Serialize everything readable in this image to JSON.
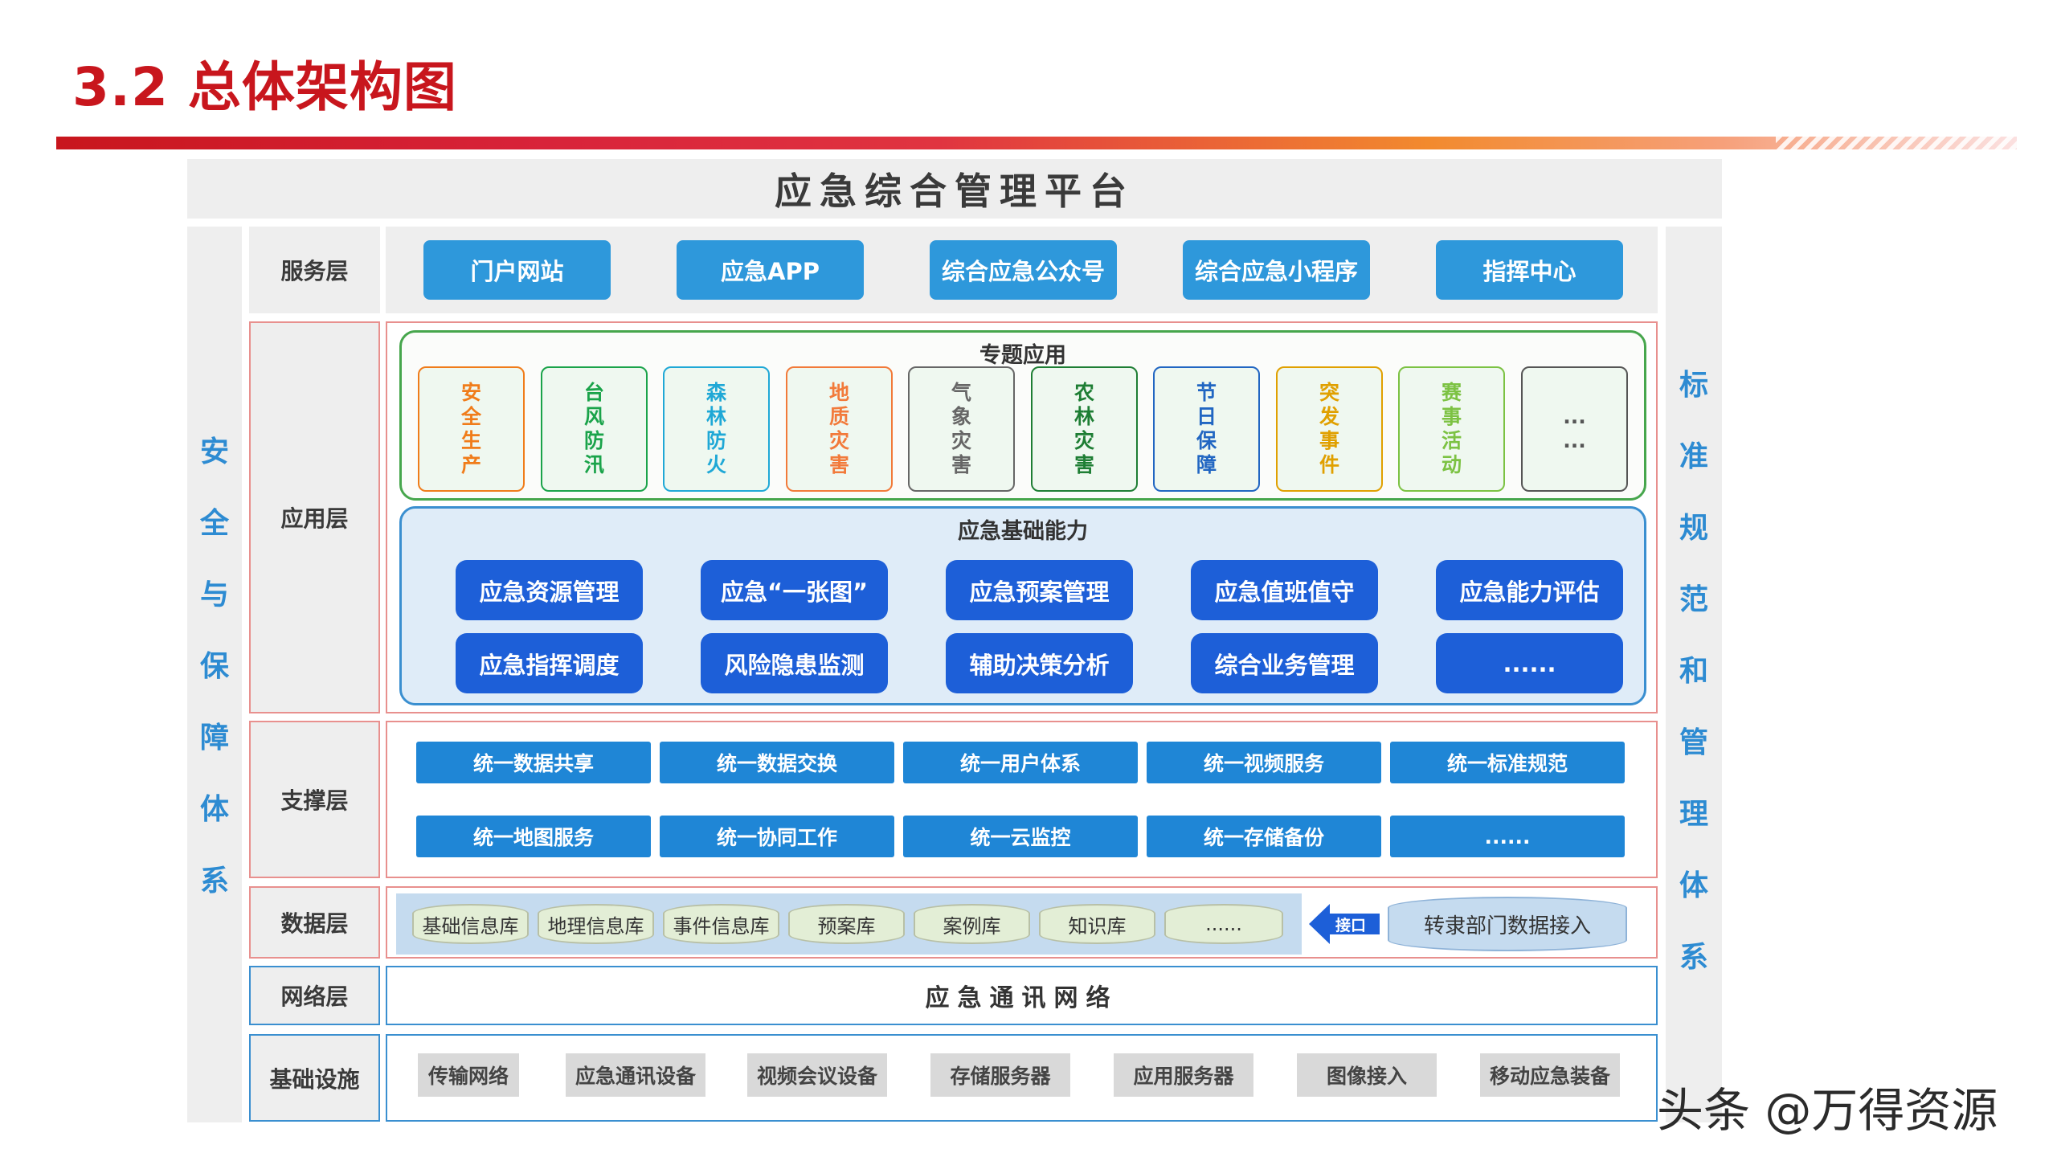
{
  "slide_title": "3.2 总体架构图",
  "platform_title": "应急综合管理平台",
  "left_side_label": [
    "安",
    "全",
    "与",
    "保",
    "障",
    "体",
    "系"
  ],
  "right_side_label": [
    "标",
    "准",
    "规",
    "范",
    "和",
    "管",
    "理",
    "体",
    "系"
  ],
  "layers": {
    "service": "服务层",
    "application": "应用层",
    "support": "支撑层",
    "data": "数据层",
    "network": "网络层",
    "infrastructure": "基础设施"
  },
  "service_items": [
    "门户网站",
    "应急APP",
    "综合应急公众号",
    "综合应急小程序",
    "指挥中心"
  ],
  "topic_section_title": "专题应用",
  "topics": [
    {
      "chars": [
        "安",
        "全",
        "生",
        "产"
      ],
      "color": "#f07c1a"
    },
    {
      "chars": [
        "台",
        "风",
        "防",
        "汛"
      ],
      "color": "#1aa34a"
    },
    {
      "chars": [
        "森",
        "林",
        "防",
        "火"
      ],
      "color": "#1fa8d6"
    },
    {
      "chars": [
        "地",
        "质",
        "灾",
        "害"
      ],
      "color": "#f27a3a"
    },
    {
      "chars": [
        "气",
        "象",
        "灾",
        "害"
      ],
      "color": "#666666"
    },
    {
      "chars": [
        "农",
        "林",
        "灾",
        "害"
      ],
      "color": "#1e7e34"
    },
    {
      "chars": [
        "节",
        "日",
        "保",
        "障"
      ],
      "color": "#2166c2"
    },
    {
      "chars": [
        "突",
        "发",
        "事",
        "件"
      ],
      "color": "#e0a000"
    },
    {
      "chars": [
        "赛",
        "事",
        "活",
        "动"
      ],
      "color": "#7cc243"
    },
    {
      "chars": [
        "...",
        "..."
      ],
      "color": "#555555"
    }
  ],
  "basic_section_title": "应急基础能力",
  "basic_items": [
    "应急资源管理",
    "应急“一张图”",
    "应急预案管理",
    "应急值班值守",
    "应急能力评估",
    "应急指挥调度",
    "风险隐患监测",
    "辅助决策分析",
    "综合业务管理",
    "......"
  ],
  "support_items": [
    "统一数据共享",
    "统一数据交换",
    "统一用户体系",
    "统一视频服务",
    "统一标准规范",
    "统一地图服务",
    "统一协同工作",
    "统一云监控",
    "统一存储备份",
    "......"
  ],
  "data_items": [
    "基础信息库",
    "地理信息库",
    "事件信息库",
    "预案库",
    "案例库",
    "知识库",
    "......"
  ],
  "interface_label": "接口",
  "external_data": "转隶部门数据接入",
  "network_text": "应急通讯网络",
  "infrastructure_items": [
    "传输网络",
    "应急通讯设备",
    "视频会议设备",
    "存储服务器",
    "应用服务器",
    "图像接入",
    "移动应急装备"
  ],
  "watermark": "头条 @万得资源",
  "colors": {
    "title_red": "#c8161d",
    "service_blue": "#2e98db",
    "basic_blue": "#1d5fd8",
    "support_blue": "#1f86d6",
    "side_text_blue": "#2d8bd2",
    "topic_border_green": "#46a64c",
    "section_border_blue": "#3a8fd0"
  }
}
